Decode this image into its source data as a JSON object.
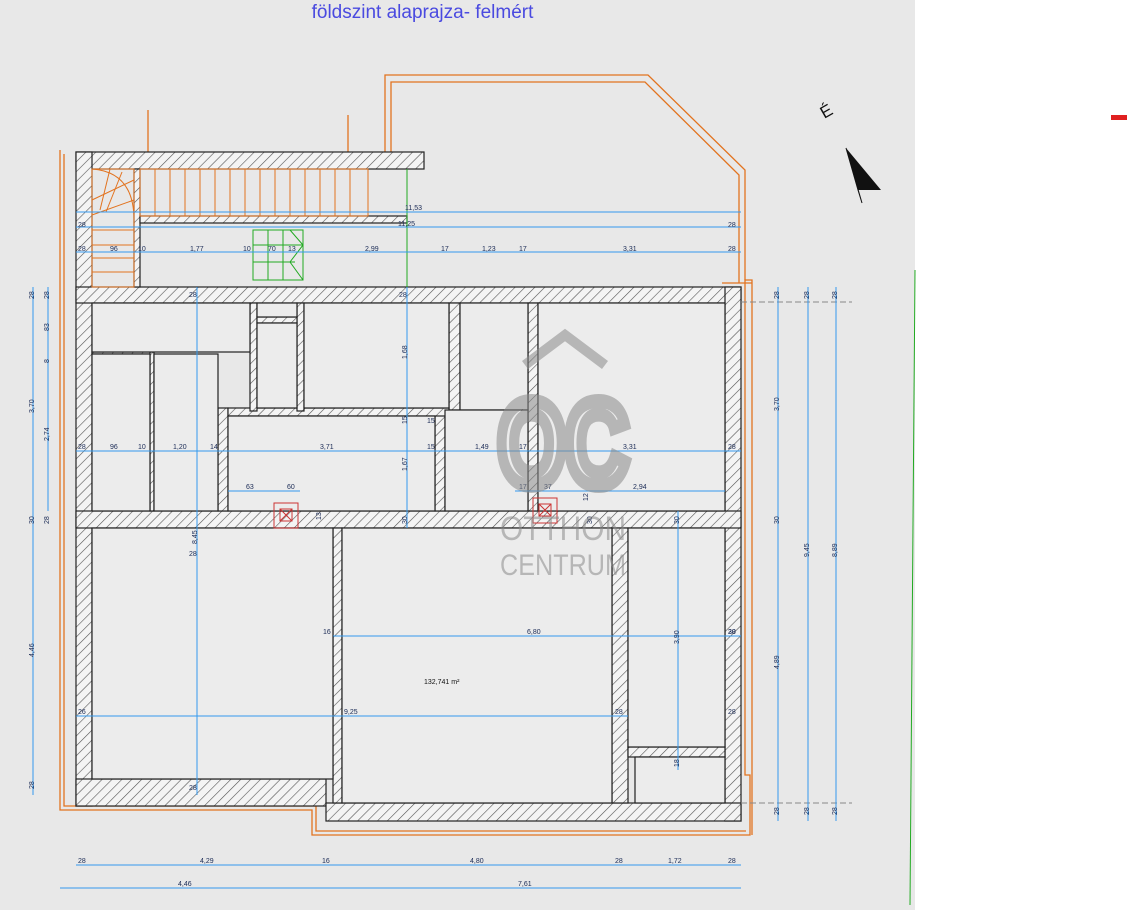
{
  "title": "földszint alaprajza- felmért",
  "north_label": "É",
  "area_label": "132,741 m²",
  "watermark": {
    "logo": "OC",
    "line1": "OTTHON",
    "line2": "CENTRUM"
  },
  "colors": {
    "wall_hatch": "#555555",
    "outline_orange": "#e2731f",
    "dimension_blue": "#3399ee",
    "stair_green": "#22aa22",
    "chimney_red": "#cc3333",
    "title_blue": "#4a4ae0"
  },
  "dimensions": {
    "top": [
      "11,53",
      "11,25",
      "28",
      "28",
      "28",
      "96",
      "10",
      "1,77",
      "10",
      "70",
      "13",
      "2,99",
      "17",
      "1,23",
      "17",
      "3,31",
      "28",
      "28",
      "28"
    ],
    "middle": [
      "28",
      "96",
      "10",
      "1,20",
      "14",
      "3,71",
      "15",
      "1,49",
      "17",
      "3,31",
      "28",
      "63",
      "60",
      "17",
      "37",
      "2,94",
      "12",
      "13",
      "1,68",
      "15",
      "1,67",
      "30",
      "30",
      "30",
      "28",
      "28",
      "15"
    ],
    "lower": [
      "16",
      "6,80",
      "28",
      "26",
      "9,25",
      "28",
      "3,90",
      "18",
      "8,45",
      "28"
    ],
    "left": [
      "28",
      "28",
      "83",
      "8",
      "3,70",
      "2,74",
      "28",
      "30",
      "4,46",
      "28"
    ],
    "right": [
      "28",
      "28",
      "28",
      "3,70",
      "30",
      "30",
      "9,45",
      "8,89",
      "4,89",
      "28",
      "28",
      "28"
    ],
    "bottom1": [
      "28",
      "4,29",
      "16",
      "4,80",
      "28",
      "1,72",
      "28"
    ],
    "bottom2": [
      "4,46",
      "7,61"
    ]
  }
}
